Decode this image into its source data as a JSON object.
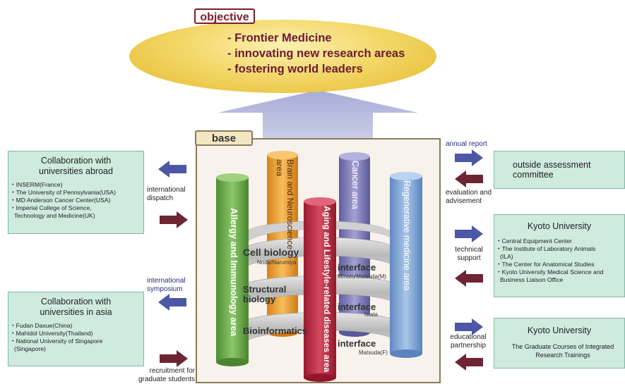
{
  "objective": {
    "label": "objective",
    "items": [
      "- Frontier Medicine",
      "- innovating new research areas",
      "- fostering world leaders"
    ]
  },
  "base": {
    "label": "base",
    "pillars": [
      "Allergy and Immunology area",
      "Brain and Neuroscience area",
      "Aging and Lifestyle-related diseases area",
      "Cancer area",
      "Regenerative medicine area"
    ],
    "bands": [
      {
        "left": "Cell biology",
        "left_sub": "Noda/Narumiya",
        "right": "interface",
        "right_sub": "Minato/Matsuda(M)"
      },
      {
        "left": "Structural biology",
        "left_sub": "",
        "right": "interface",
        "right_sub": "Iwata"
      },
      {
        "left": "Bioinformatics",
        "left_sub": "",
        "right": "interface",
        "right_sub": "Matsuda(F)"
      }
    ]
  },
  "left": {
    "abroad": {
      "title": "Collaboration with universities abroad",
      "items": [
        "INSERM(France)",
        "The University of Pennsylvania(USA)",
        "MD Anderson Cancer Center(USA)",
        "Imperial College of Science, Technology and Medicine(UK)"
      ]
    },
    "asia": {
      "title": "Collaboration with universities in asia",
      "items": [
        "Fudan Daxue(China)",
        "Mahidol University(Thailand)",
        "National University of Singapore (Singapore)"
      ]
    },
    "labels": {
      "dispatch": "international dispatch",
      "symposium": "international symposium",
      "recruitment": "recruitment for graduate students"
    }
  },
  "right": {
    "outside": {
      "title": "outside assessment committee"
    },
    "kyoto1": {
      "title": "Kyoto University",
      "items": [
        "Central Equipment Center",
        "The Institute of Laboratory Animals (ILA)",
        "The Center for Anatomical Studies",
        "Kyoto University Medical Science and Business Liaison Office"
      ]
    },
    "kyoto2": {
      "title": "Kyoto University",
      "sub": "The Graduate Courses of Integrated Research Trainings"
    },
    "labels": {
      "annual": "annual report",
      "evaluation": "evaluation and advisement",
      "technical": "technical support",
      "educational": "educational partnership"
    }
  },
  "colors": {
    "maroon": "#7a1f2b",
    "teal_box": "#cfeadf",
    "arrow_blue": "#4c57a6",
    "arrow_red": "#6e2433",
    "pillar_green": "#6aaa48",
    "pillar_orange": "#e89a2c",
    "pillar_red": "#b8283d",
    "pillar_purple": "#7a78b6",
    "pillar_blue": "#7ea7d8"
  }
}
